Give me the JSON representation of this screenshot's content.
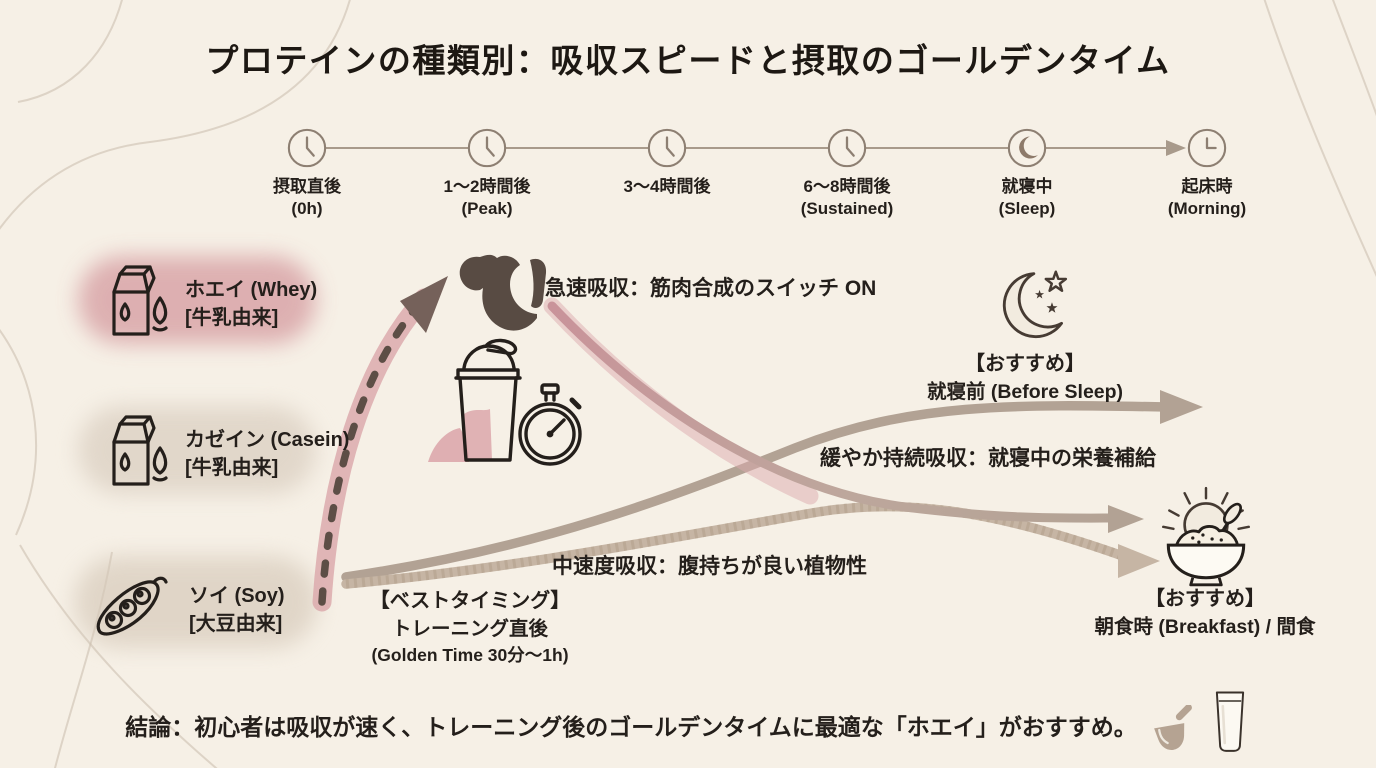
{
  "colors": {
    "background": "#f6f0e6",
    "ink": "#241f1b",
    "line_soft": "#a89a8b",
    "taupe": "#b2a294",
    "soy_line": "#c6b5a4",
    "pink": "#dcaaad",
    "pink_deep": "#c9939a",
    "dash": "#5d4e46",
    "arrow_dark": "#75615a",
    "muscle": "#584b43",
    "whey_blob": "#d7a0a4",
    "neutral_blob": "#d9cdbf",
    "soy_blob": "#d5c8b8",
    "powder_pink": "#dba3a8",
    "deco": "#c9bbac",
    "icon_fill": "#f2ebdf"
  },
  "title": "プロテインの種類別：吸収スピードと摂取のゴールデンタイム",
  "timeline": {
    "items": [
      {
        "label": "摂取直後",
        "sublabel": "(0h)",
        "icon": "clock"
      },
      {
        "label": "1〜2時間後",
        "sublabel": "(Peak)",
        "icon": "clock"
      },
      {
        "label": "3〜4時間後",
        "sublabel": "",
        "icon": "clock"
      },
      {
        "label": "6〜8時間後",
        "sublabel": "(Sustained)",
        "icon": "clock"
      },
      {
        "label": "就寝中",
        "sublabel": "(Sleep)",
        "icon": "crescent-moon"
      },
      {
        "label": "起床時",
        "sublabel": "(Morning)",
        "icon": "clock-morning"
      }
    ]
  },
  "proteins": [
    {
      "name": "ホエイ (Whey)",
      "origin": "[牛乳由来]",
      "icon": "milk-carton-with-droplet"
    },
    {
      "name": "カゼイン (Casein)",
      "origin": "[牛乳由来]",
      "icon": "milk-carton-with-droplet"
    },
    {
      "name": "ソイ (Soy)",
      "origin": "[大豆由来]",
      "icon": "soybean-pod"
    }
  ],
  "flow_annotations": {
    "whey": "急速吸収：筋肉合成のスイッチ ON",
    "casein": "緩やか持続吸収：就寝中の栄養補給",
    "soy": "中速度吸収：腹持ちが良い植物性"
  },
  "callouts": {
    "best_timing": {
      "heading": "【ベストタイミング】",
      "line1": "トレーニング直後",
      "line2": "(Golden Time 30分〜1h)"
    },
    "before_sleep": {
      "heading": "【おすすめ】",
      "line1": "就寝前 (Before Sleep)"
    },
    "breakfast": {
      "heading": "【おすすめ】",
      "line1": "朝食時 (Breakfast) / 間食"
    }
  },
  "conclusion": {
    "text": "結論：初心者は吸収が速く、トレーニング後のゴールデンタイムに最適な「ホエイ」がおすすめ。"
  },
  "icons": {
    "peak": "flexed-biceps",
    "supplement": "protein-shaker-with-stopwatch",
    "night": "crescent-moon-with-stars",
    "morning_meal": "rice-bowl-with-rising-sun",
    "conclusion": [
      "protein-scoop",
      "milk-glass"
    ]
  }
}
